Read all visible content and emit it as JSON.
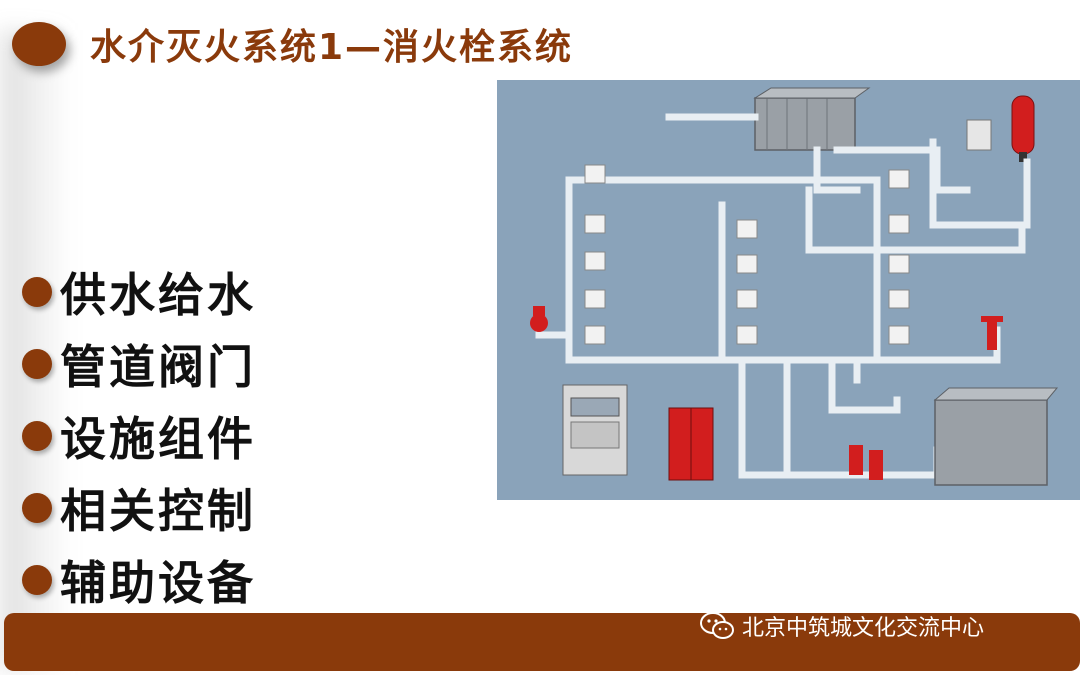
{
  "slide": {
    "title": "水介灭火系统1—消火栓系统",
    "bullets": [
      "供水给水",
      "管道阀门",
      "设施组件",
      "相关控制",
      "辅助设备"
    ],
    "watermark": "北京中筑城文化交流中心"
  },
  "colors": {
    "accent": "#8a3a0b",
    "diagram_bg": "#8aa3ba",
    "pipe": "#e8eef3",
    "fire_red": "#d21e1e"
  },
  "icons": {
    "watermark_icon": "wechat-icon"
  }
}
